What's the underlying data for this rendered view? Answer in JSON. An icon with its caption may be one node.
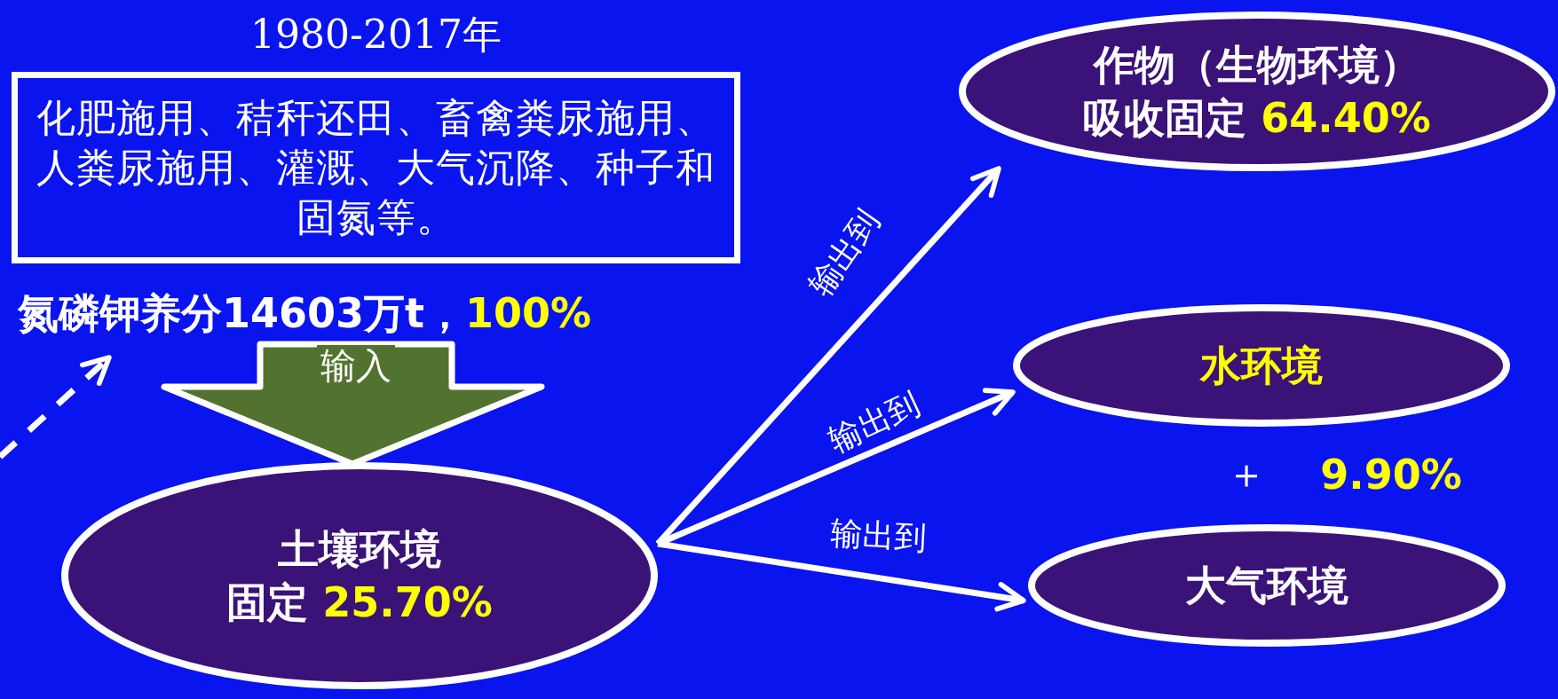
{
  "diagram": {
    "nodes": [
      {
        "text": [
          "化肥施用、秸秆还田、畜禽粪尿施用、人粪尿施用、灌溉、大气沉降、种子和固氮等。"
        ],
        "beside": [
          "1980-2017年"
        ]
      },
      {
        "text": [
          "氮磷钾养分14603万t，",
          "100%"
        ]
      },
      {
        "text": [
          "土壤环境",
          "固定",
          "25.70%"
        ]
      },
      {
        "text": [
          "作物（生物环境）",
          "吸收固定",
          "64.40%"
        ]
      },
      {
        "text": [
          "水环境"
        ]
      },
      {
        "text": [
          "大气环境"
        ]
      }
    ],
    "edges": [
      {
        "from": null,
        "to": 1,
        "arrow": "to",
        "style": "dashed"
      },
      {
        "from": 1,
        "to": 2,
        "arrow": "to",
        "label": "输入",
        "style": "thick",
        "color": "#52732f"
      },
      {
        "from": 2,
        "to": 3,
        "arrow": "to",
        "label": "输出到"
      },
      {
        "from": 2,
        "to": 4,
        "arrow": "to",
        "label": "输出到"
      },
      {
        "from": 2,
        "to": 5,
        "arrow": "to",
        "label": "输出到"
      }
    ],
    "labels": [
      "＋",
      "9.90%"
    ]
  }
}
